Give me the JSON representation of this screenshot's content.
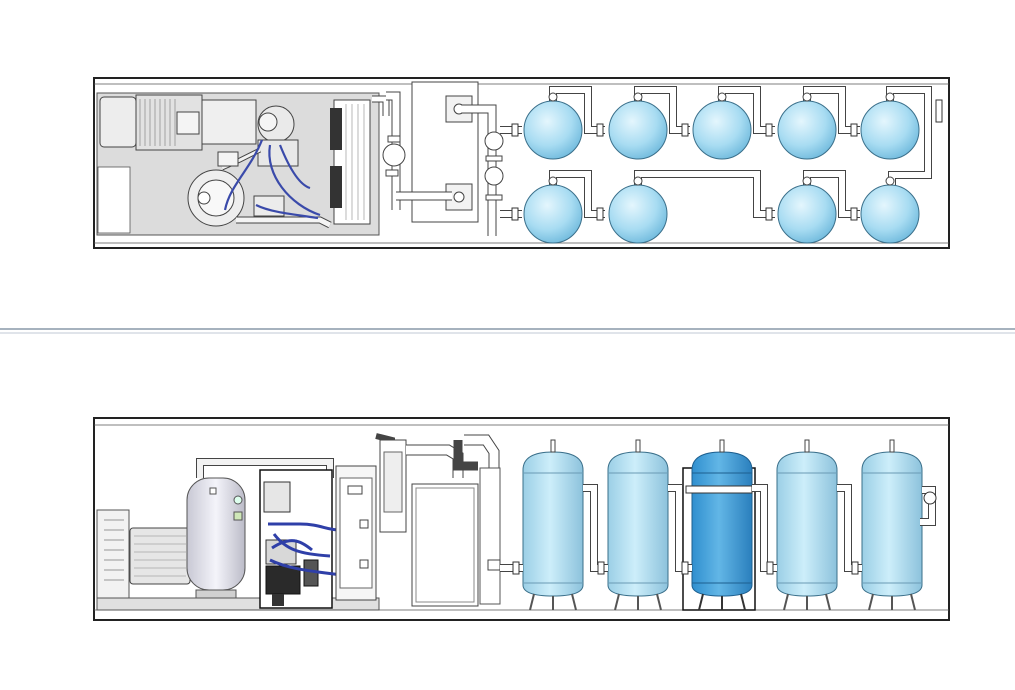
{
  "drawing": {
    "plan_view": {
      "tanks_top_row": 5,
      "tanks_bottom_row": 4
    },
    "elevation_view": {
      "tanks": 5,
      "highlighted_tank_index": 2
    },
    "colors": {
      "tank_fill": "#bfe6f7",
      "tank_highlight": "#4aa6dc",
      "pipe": "#ffffff",
      "outline": "#333333",
      "panel_gray": "#d9d9d9",
      "hose": "#3344aa",
      "divider": "#8898a8"
    }
  }
}
